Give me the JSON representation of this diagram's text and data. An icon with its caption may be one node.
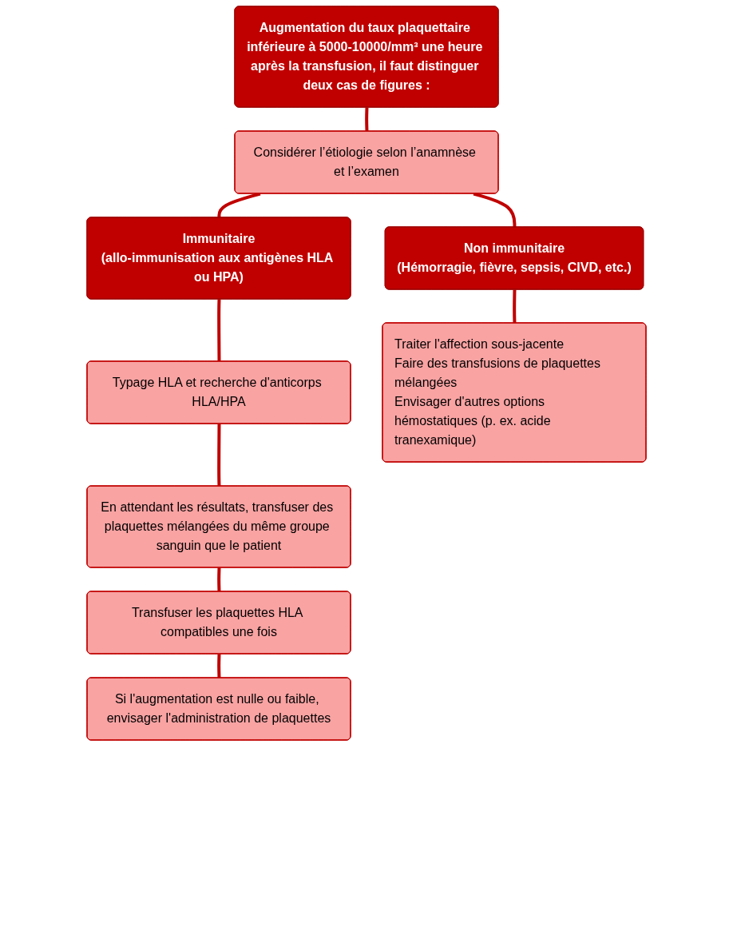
{
  "diagram": {
    "nodes": [
      {
        "text": [
          "Augmentation du taux plaquettaire inférieure à 5000-10000/mm³ une heure après la transfusion, il faut distinguer deux cas de figures :"
        ]
      },
      {
        "text": [
          "Considérer l’étiologie selon l’anamnèse et l’examen"
        ]
      },
      {
        "text": [
          "Immunitaire",
          "(allo-immunisation aux antigènes HLA ou HPA)"
        ]
      },
      {
        "text": [
          "Typage HLA et recherche d'anticorps HLA/HPA"
        ]
      },
      {
        "text": [
          "En attendant les résultats, transfuser des plaquettes mélangées du même groupe sanguin que le patient"
        ]
      },
      {
        "text": [
          "Transfuser les plaquettes HLA compatibles une fois"
        ]
      },
      {
        "text": [
          "Si l'augmentation est nulle ou faible, envisager l'administration de plaquettes"
        ]
      },
      {
        "text": [
          "Non immunitaire",
          "(Hémorragie, fièvre, sepsis, CIVD, etc.)"
        ]
      },
      {
        "text": [
          "Traiter l'affection sous-jacente",
          "Faire des transfusions de plaquettes mélangées",
          "Envisager d'autres options hémostatiques (p. ex. acide tranexamique)"
        ]
      }
    ],
    "edges": [
      {
        "from": 0,
        "to": 1,
        "arrow": "none"
      },
      {
        "from": 1,
        "to": 2,
        "arrow": "none"
      },
      {
        "from": 1,
        "to": 7,
        "arrow": "none"
      },
      {
        "from": 2,
        "to": 3,
        "arrow": "none"
      },
      {
        "from": 3,
        "to": 4,
        "arrow": "none"
      },
      {
        "from": 4,
        "to": 5,
        "arrow": "none"
      },
      {
        "from": 5,
        "to": 6,
        "arrow": "none"
      },
      {
        "from": 7,
        "to": 8,
        "arrow": "none"
      }
    ]
  }
}
